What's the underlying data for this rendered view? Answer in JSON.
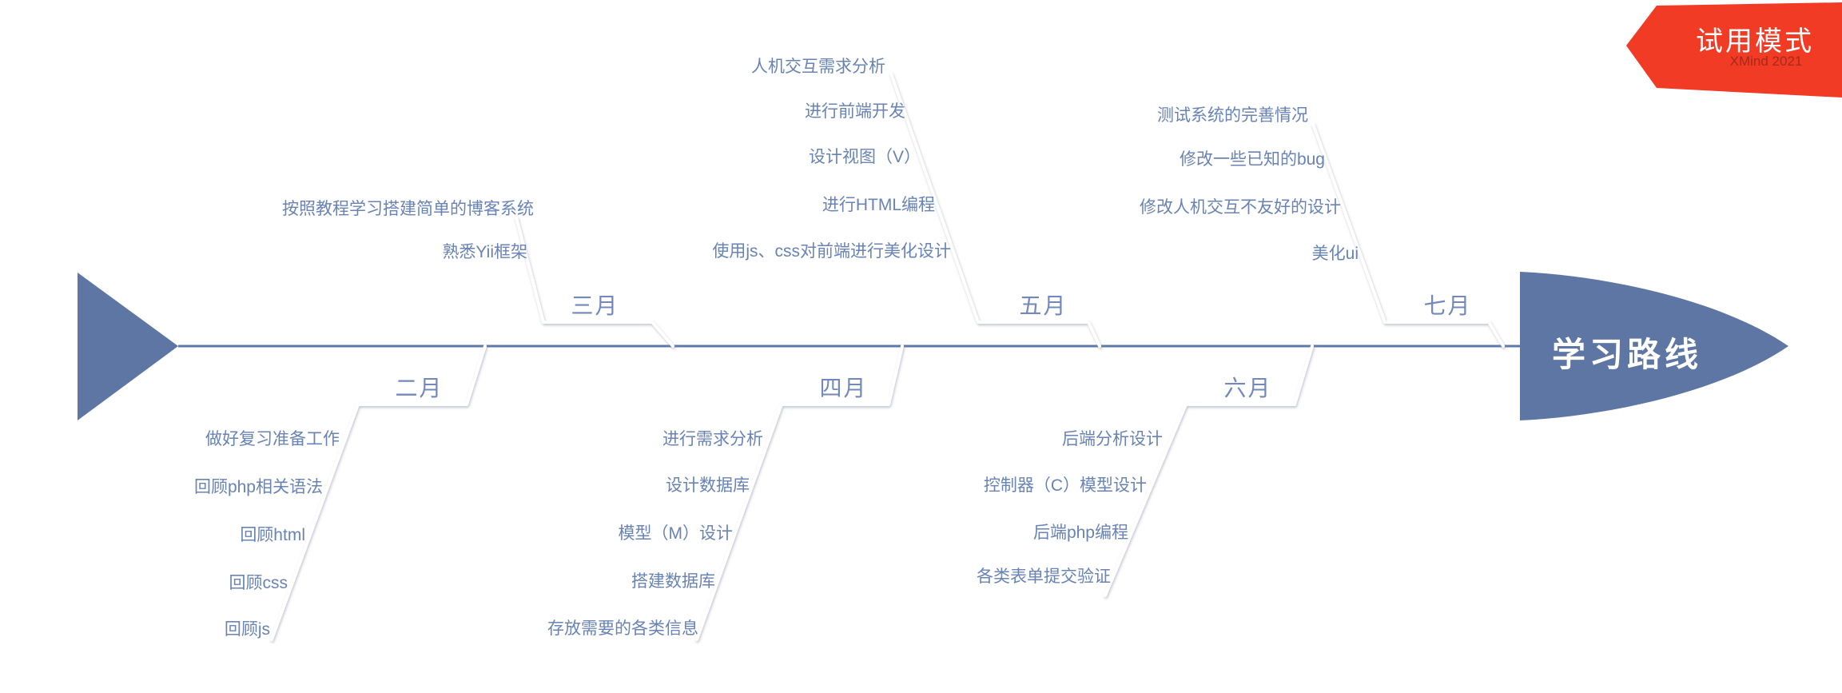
{
  "head": {
    "label": "学习路线"
  },
  "badge": {
    "title": "试用模式",
    "subtitle": "XMind 2021"
  },
  "colors": {
    "spine": "#5d79ab",
    "fish_fill": "#5d76a4",
    "item_text": "#6883b4",
    "month_text": "#7389bb",
    "badge_bg": "#f23b25",
    "badge_subtitle": "#a6291a"
  },
  "branches": [
    {
      "id": "feb",
      "label": "二月",
      "side": "bottom",
      "items": [
        "做好复习准备工作",
        "回顾php相关语法",
        "回顾html",
        "回顾css",
        "回顾js"
      ]
    },
    {
      "id": "mar",
      "label": "三月",
      "side": "top",
      "items": [
        "按照教程学习搭建简单的博客系统",
        "熟悉Yii框架"
      ]
    },
    {
      "id": "apr",
      "label": "四月",
      "side": "bottom",
      "items": [
        "进行需求分析",
        "设计数据库",
        "模型（M）设计",
        "搭建数据库",
        "存放需要的各类信息"
      ]
    },
    {
      "id": "may",
      "label": "五月",
      "side": "top",
      "items": [
        "人机交互需求分析",
        "进行前端开发",
        "设计视图（V）",
        "进行HTML编程",
        "使用js、css对前端进行美化设计"
      ]
    },
    {
      "id": "jun",
      "label": "六月",
      "side": "bottom",
      "items": [
        "后端分析设计",
        "控制器（C）模型设计",
        "后端php编程",
        "各类表单提交验证"
      ]
    },
    {
      "id": "jul",
      "label": "七月",
      "side": "top",
      "items": [
        "测试系统的完善情况",
        "修改一些已知的bug",
        "修改人机交互不友好的设计",
        "美化ui"
      ]
    }
  ]
}
